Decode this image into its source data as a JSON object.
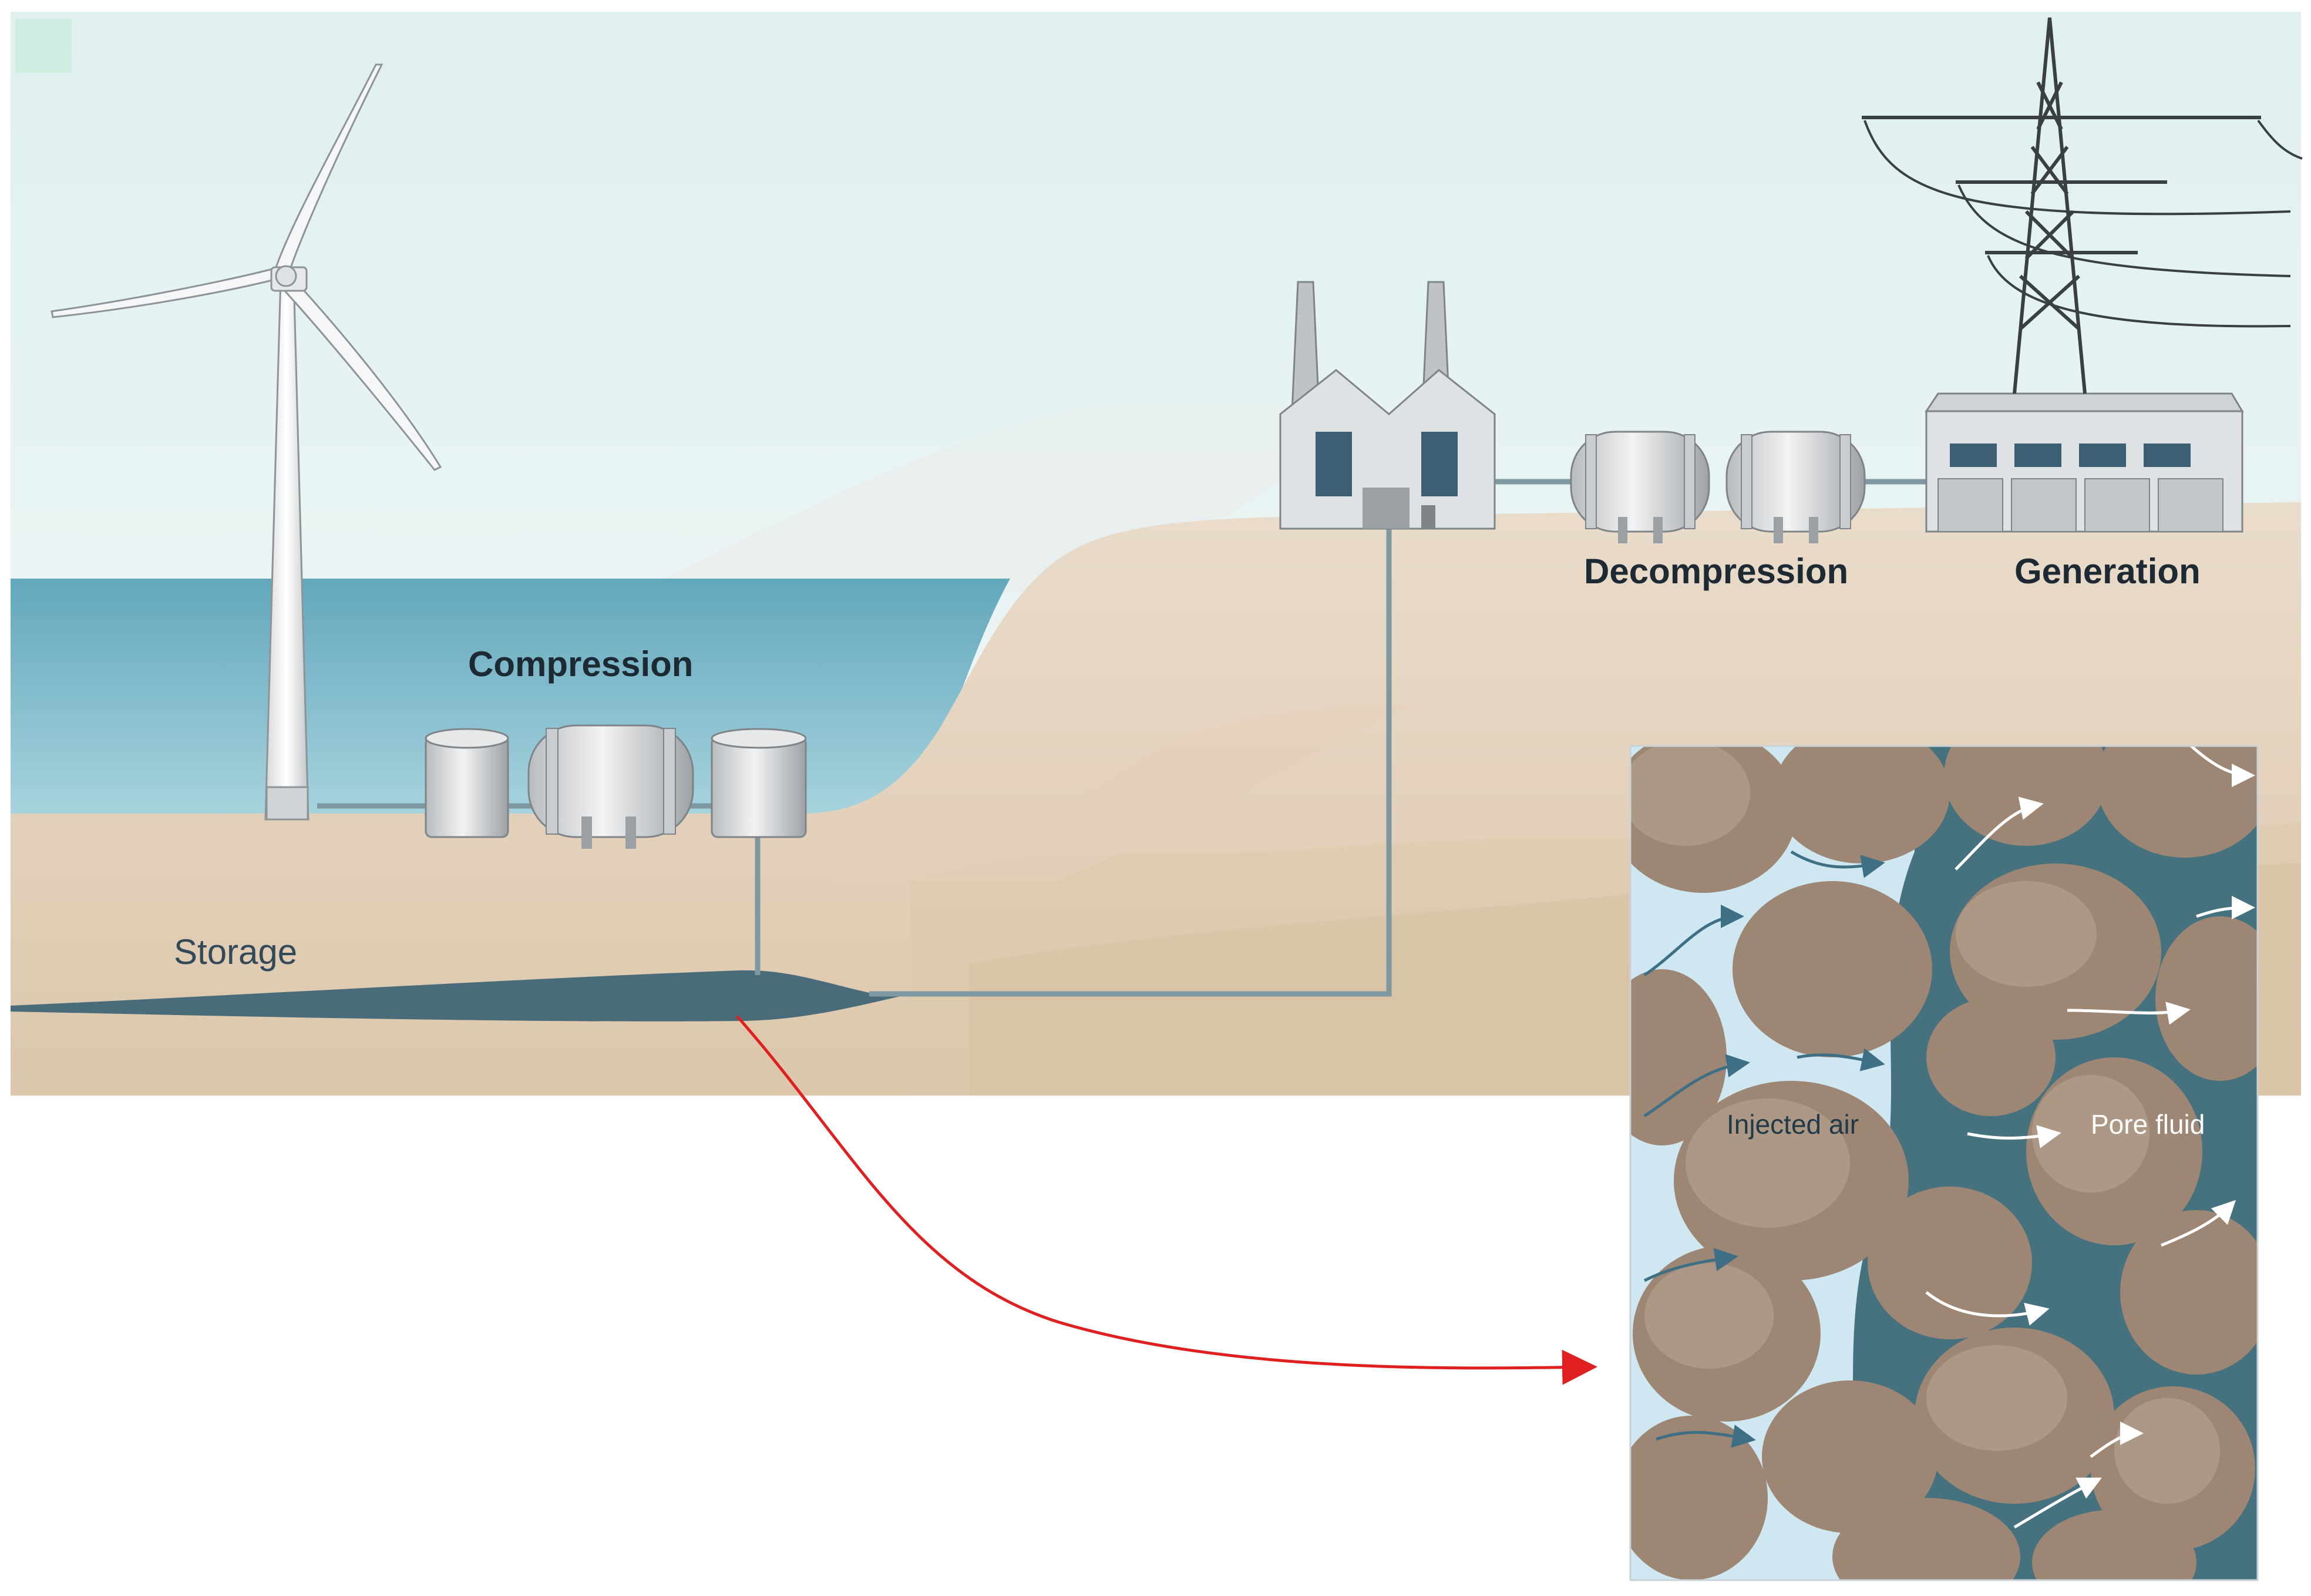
{
  "labels": {
    "compression": "Compression",
    "decompression": "Decompression",
    "generation": "Generation",
    "storage": "Storage"
  },
  "inset": {
    "injected_air": "Injected air",
    "pore_fluid": "Pore fluid"
  },
  "icons": [
    "wind-turbine-icon",
    "factory-icon",
    "pylon-icon",
    "generation-building-icon",
    "tank-icon",
    "compressor-icon"
  ],
  "colors": {
    "sky": "#e6f2f2",
    "sea": "#5aa9bd",
    "ground": "#e8d8c2",
    "aquifer": "#4a6b79",
    "pipe": "#7e98a2",
    "grain": "#9d8674",
    "grain_highlight": "#b29c8a",
    "pore_fluid": "#46717f",
    "injected_air": "#cfe7f1",
    "connector": "#e02020"
  }
}
